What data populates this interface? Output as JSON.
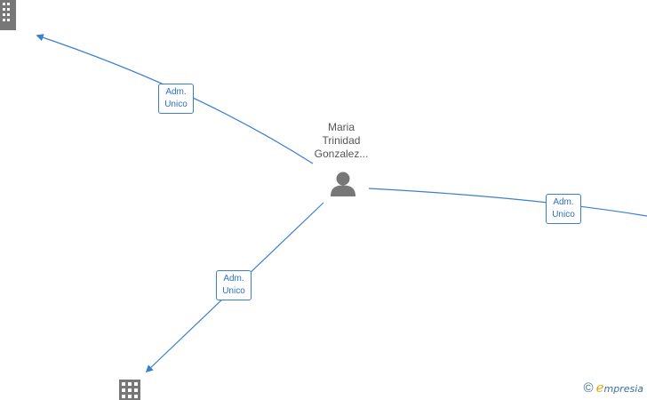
{
  "person": {
    "name_lines": [
      "Maria",
      "Trinidad",
      "Gonzalez..."
    ],
    "icon": "person-icon"
  },
  "companies": [
    {
      "id": "company-top-left",
      "icon": "building-icon"
    },
    {
      "id": "company-bottom",
      "icon": "building-icon"
    },
    {
      "id": "company-right",
      "icon": "building-icon"
    }
  ],
  "relations": [
    {
      "target": "company-top-left",
      "label_line1": "Adm.",
      "label_line2": "Unico"
    },
    {
      "target": "company-bottom",
      "label_line1": "Adm.",
      "label_line2": "Unico"
    },
    {
      "target": "company-right",
      "label_line1": "Adm.",
      "label_line2": "Unico"
    }
  ],
  "colors": {
    "edge": "#3a7fd0",
    "icon": "#777777",
    "label_text": "#2f6fc4"
  },
  "brand": {
    "copyright": "©",
    "initial": "e",
    "rest": "mpresia"
  }
}
